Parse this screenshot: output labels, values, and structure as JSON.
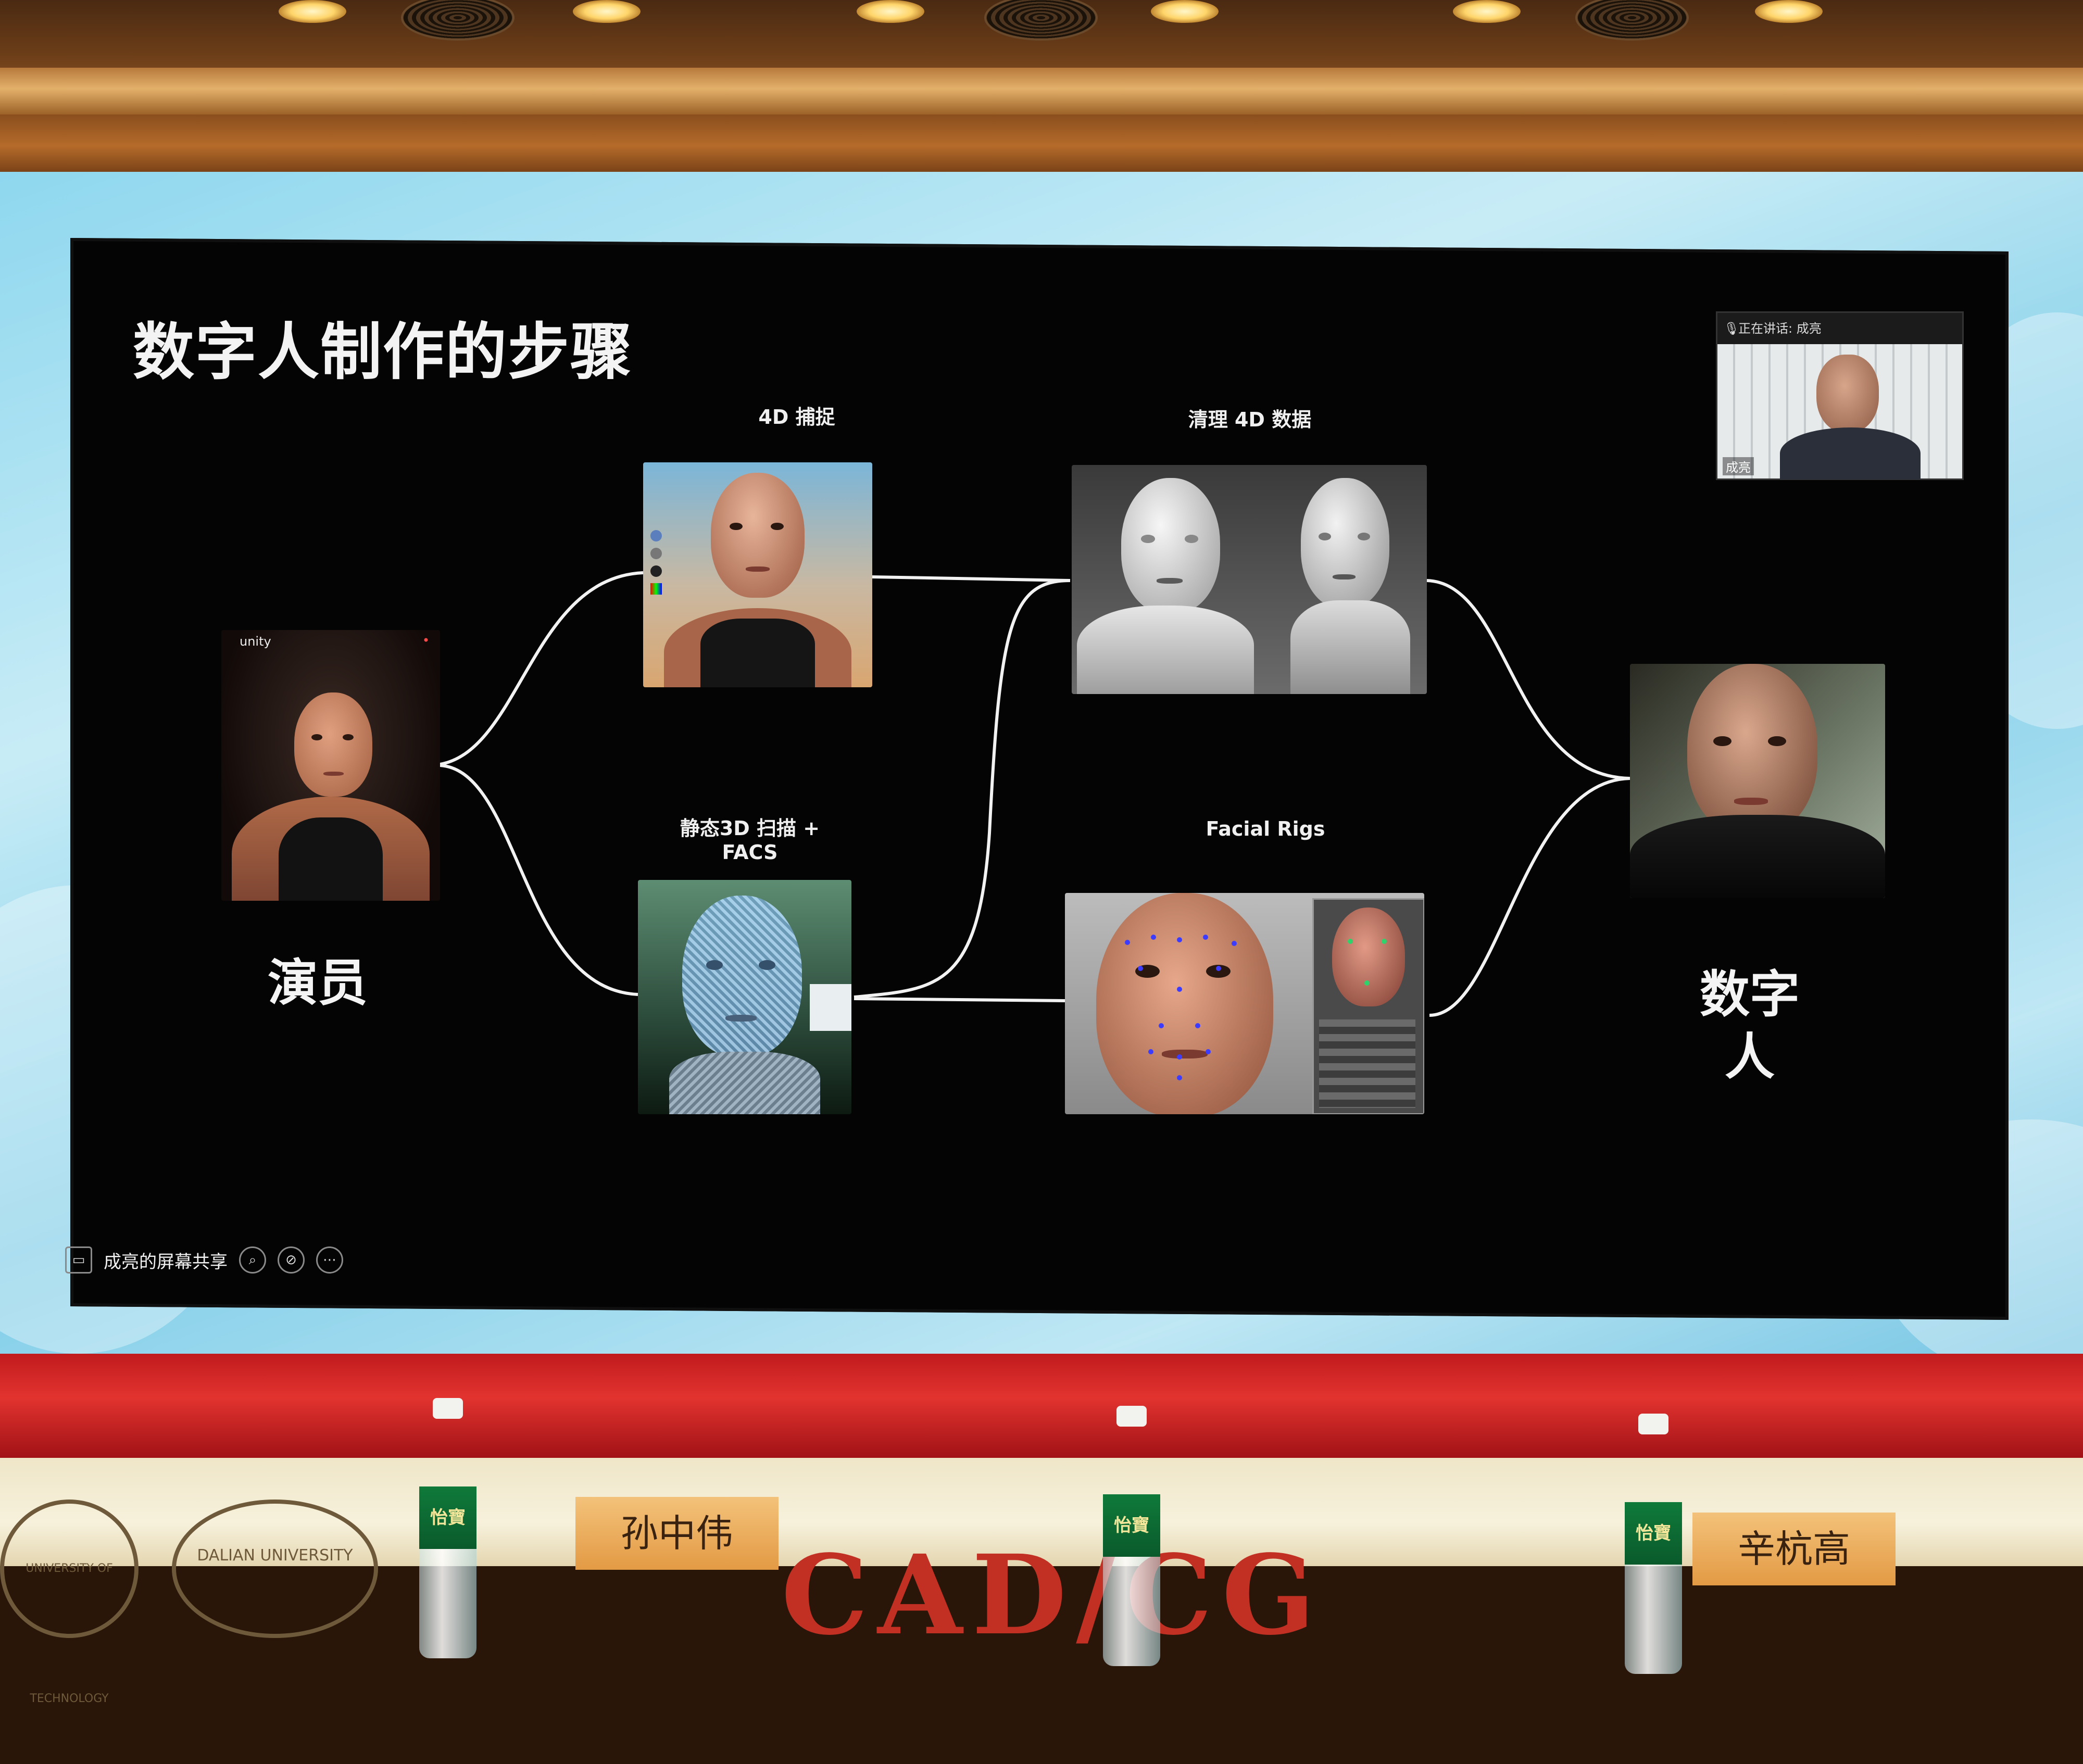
{
  "slide": {
    "title": "数字人制作的步骤",
    "step_capture_4d": "4D 捕捉",
    "step_clean_4d": "清理 4D 数据",
    "step_static_scan_line1": "静态3D 扫描 +",
    "step_static_scan_line2": "FACS",
    "step_facial_rigs": "Facial Rigs",
    "label_actor": "演员",
    "label_digital_human_line1": "数字",
    "label_digital_human_line2": "人",
    "actor_logo_left": "unity",
    "actor_logo_right": "•"
  },
  "video_call": {
    "speaking_label": "正在讲话: 成亮",
    "participant_name": "成亮"
  },
  "toolbar": {
    "share_label": "成亮的屏幕共享",
    "icons": [
      "screen-icon",
      "search-icon",
      "camera-off-icon",
      "more-icon"
    ]
  },
  "stage": {
    "nameplate_center": "孙中伟",
    "nameplate_right": "辛杭高",
    "banner_partial": "CAD/CG",
    "bottle_brand": "怡寶",
    "logo_left": "UNIVERSITY OF TECHNOLOGY",
    "logo_second": "DALIAN UNIVERSITY"
  },
  "colors": {
    "slide_bg": "#040404",
    "led_wall": "#8ed7ee",
    "red_band": "#d72a2a",
    "landmark_dot": "#3b3cff"
  }
}
